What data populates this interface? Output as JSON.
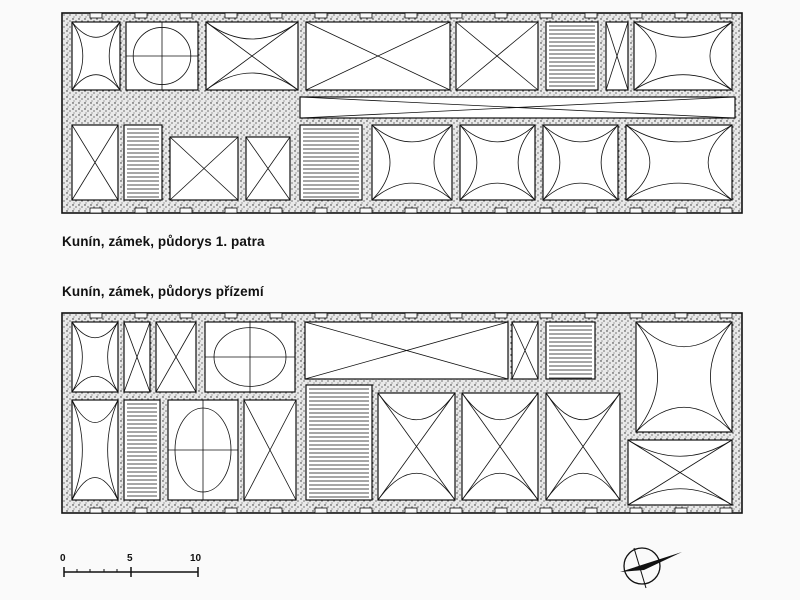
{
  "captions": {
    "first_floor": "Kunín, zámek, půdorys 1. patra",
    "ground_floor": "Kunín, zámek, půdorys přízemí"
  },
  "scale_bar": {
    "labels": [
      "0",
      "5",
      "10"
    ]
  },
  "north_arrow": {
    "icon": "north-arrow-icon"
  },
  "colors": {
    "background": "#fafafa",
    "ink": "#111111"
  }
}
